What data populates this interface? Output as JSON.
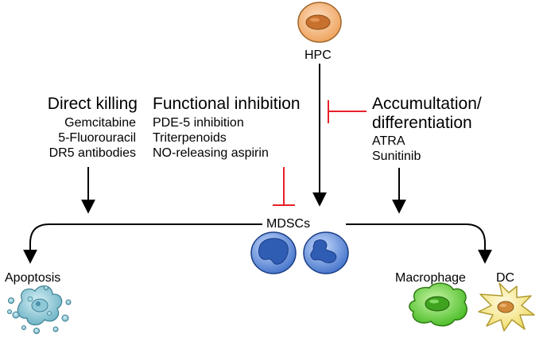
{
  "hpc_label": "HPC",
  "mdsc_label": "MDSCs",
  "direct_killing": {
    "heading": "Direct killing",
    "items": [
      "Gemcitabine",
      "5-Fluorouracil",
      "DR5 antibodies"
    ]
  },
  "functional_inhibition": {
    "heading": "Functional inhibition",
    "items": [
      "PDE-5 inhibition",
      "Triterpenoids",
      "NO-releasing aspirin"
    ]
  },
  "accumulation": {
    "heading_line1": "Accumultation/",
    "heading_line2": "differentiation",
    "items": [
      "ATRA",
      "Sunitinib"
    ]
  },
  "outcomes": {
    "apoptosis": "Apoptosis",
    "macrophage": "Macrophage",
    "dc": "DC"
  },
  "colors": {
    "inhibit": "#e8202a",
    "hpc_cell": "#f0a060",
    "mdsc_cell": "#4a80d0",
    "macrophage_cell": "#6ad040",
    "dc_cell": "#f0e080",
    "apoptosis_cell": "#7ec0d0"
  }
}
